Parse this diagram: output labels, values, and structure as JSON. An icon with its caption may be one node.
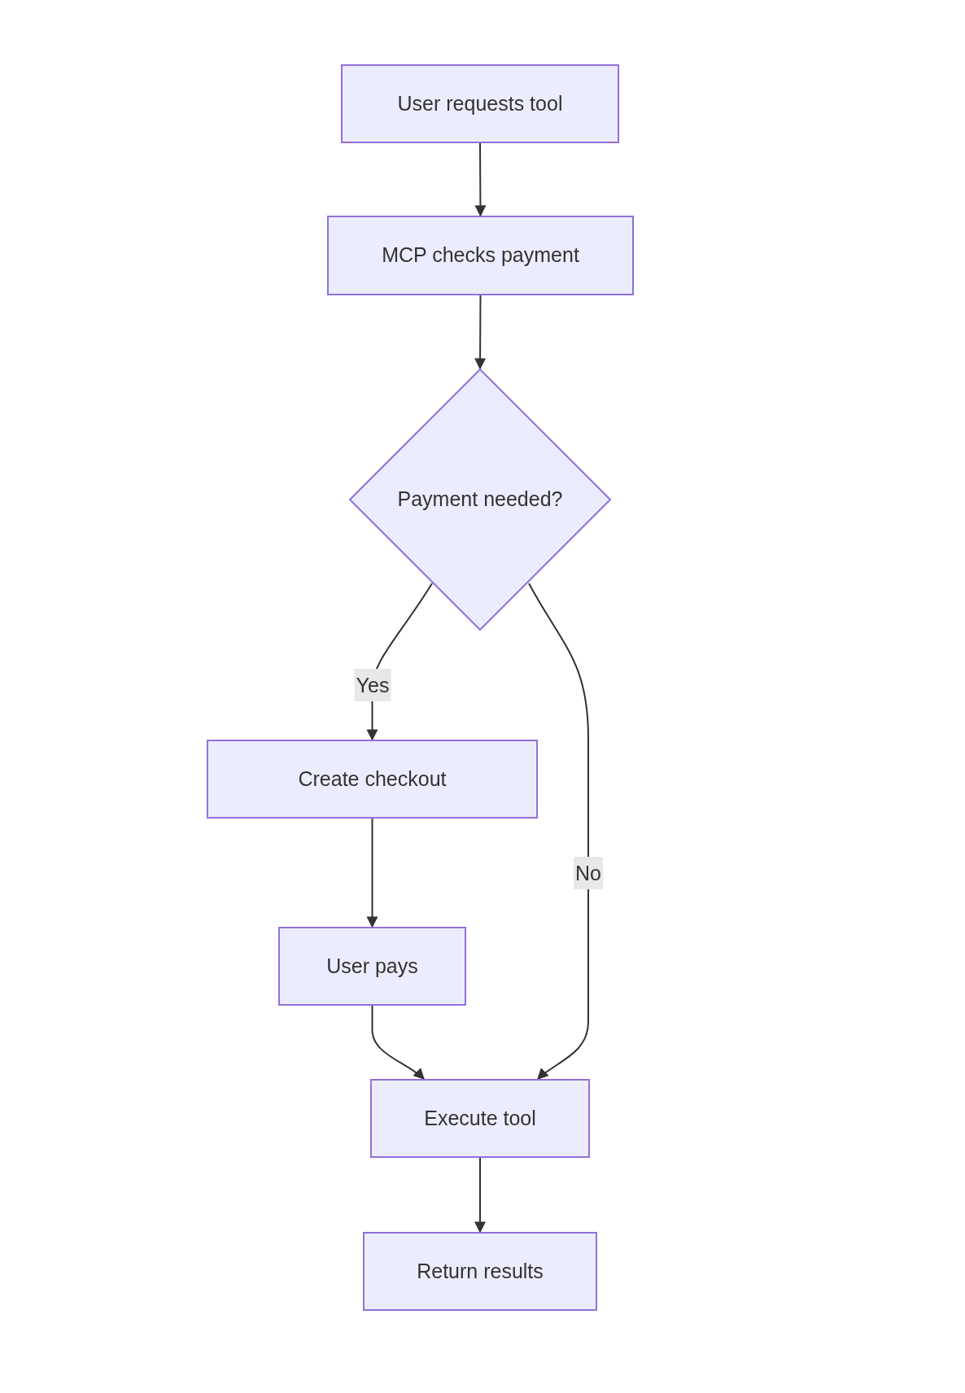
{
  "diagram": {
    "nodes": [
      {
        "text": [
          "User requests tool"
        ]
      },
      {
        "text": [
          "MCP checks payment"
        ]
      },
      {
        "text": [
          "Payment needed?"
        ]
      },
      {
        "text": [
          "Create checkout"
        ]
      },
      {
        "text": [
          "User pays"
        ]
      },
      {
        "text": [
          "Execute tool"
        ]
      },
      {
        "text": [
          "Return results"
        ]
      }
    ],
    "edges": [
      {
        "from": 0,
        "to": 1,
        "arrow": "to"
      },
      {
        "from": 1,
        "to": 2,
        "arrow": "to"
      },
      {
        "from": 2,
        "to": 3,
        "arrow": "to",
        "label": "Yes"
      },
      {
        "from": 2,
        "to": 5,
        "arrow": "to",
        "label": "No"
      },
      {
        "from": 3,
        "to": 4,
        "arrow": "to"
      },
      {
        "from": 4,
        "to": 5,
        "arrow": "to"
      },
      {
        "from": 5,
        "to": 6,
        "arrow": "to"
      }
    ]
  }
}
